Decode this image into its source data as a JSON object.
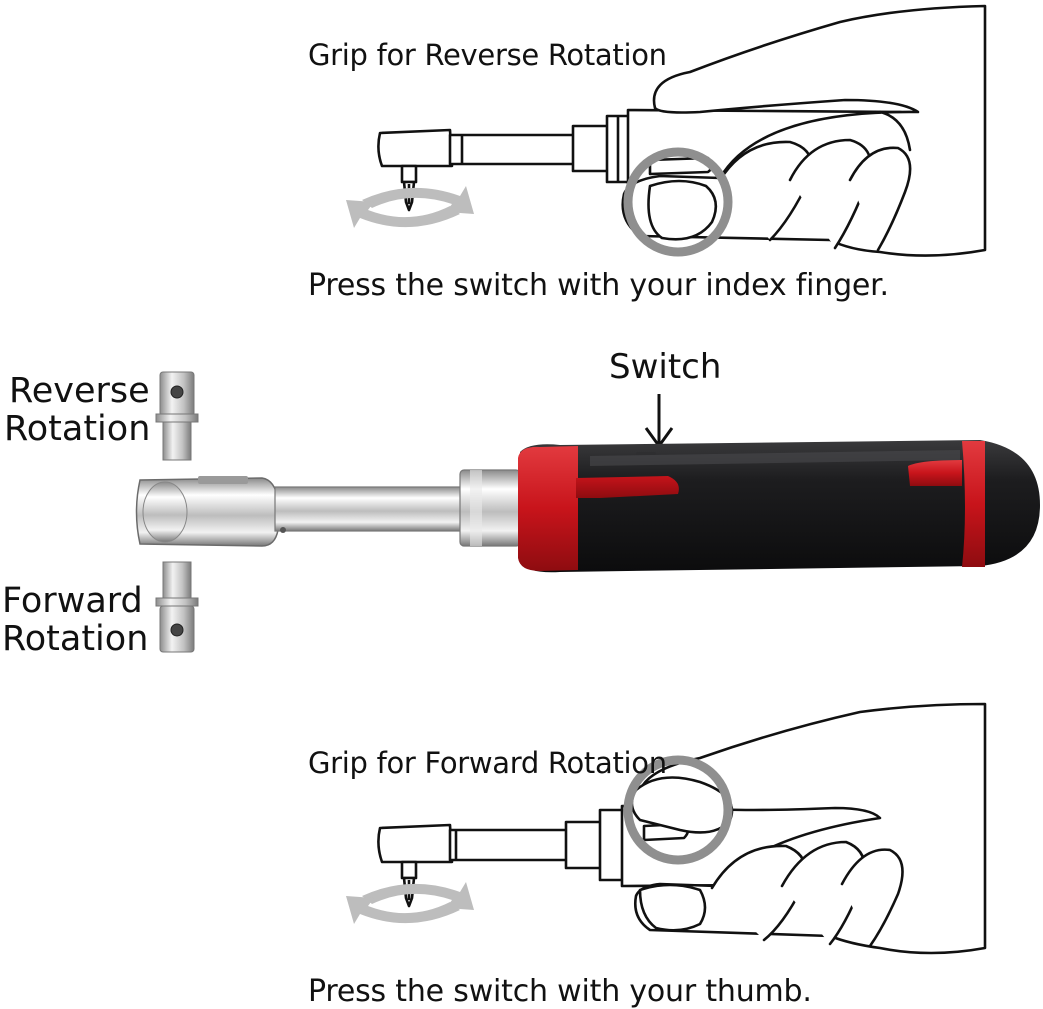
{
  "top_panel": {
    "title": "Grip for Reverse Rotation",
    "instruction": "Press the switch with your index finger."
  },
  "middle_panel": {
    "switch_label": "Switch",
    "reverse_label_line1": "Reverse",
    "reverse_label_line2": "Rotation",
    "forward_label_line1": "Forward",
    "forward_label_line2": "Rotation",
    "handle_color": "#1c1c1e",
    "accent_color": "#d0141c",
    "highlight_ring_color": "#8f8f8f",
    "arrow_color": "#b3b3b3"
  },
  "bottom_panel": {
    "title": "Grip for Forward Rotation",
    "instruction": "Press the switch with your thumb."
  }
}
